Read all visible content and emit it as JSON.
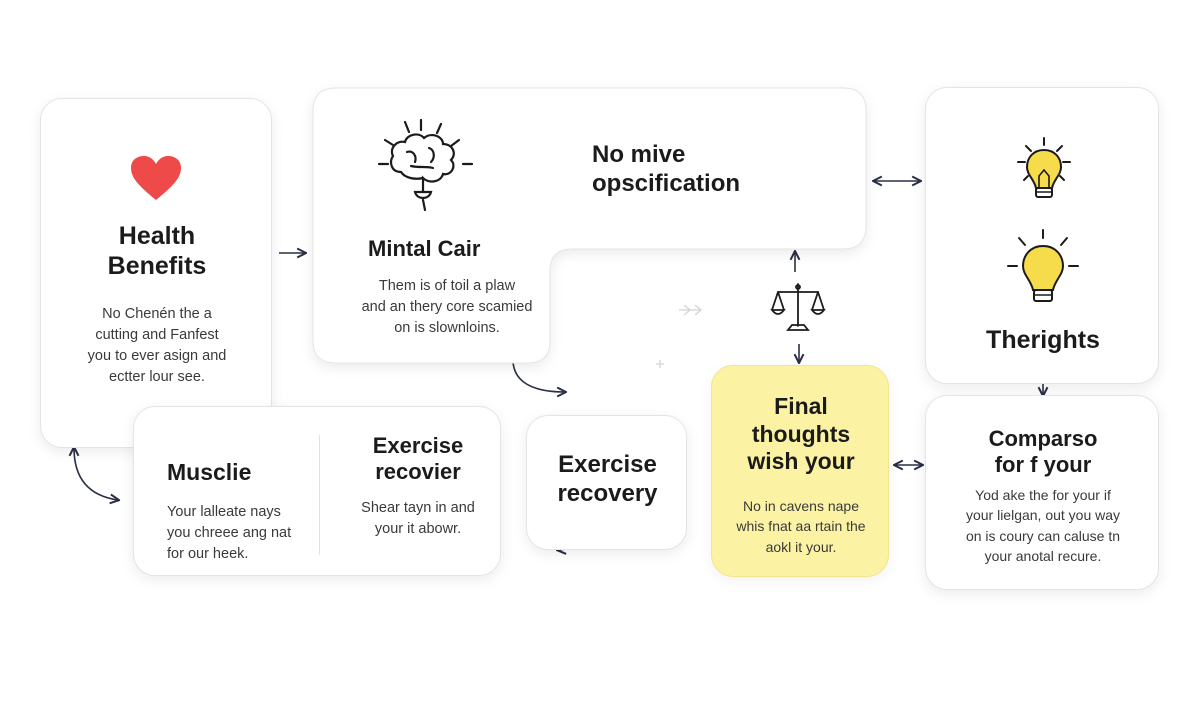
{
  "nodes": {
    "health": {
      "title_1": "Health",
      "title_2": "Benefits",
      "body_lines": [
        "No Chenén the a",
        "cutting and Fanfest",
        "you to ever asign and",
        "ectter lour see."
      ],
      "icon": "heart-icon"
    },
    "mental": {
      "title": "Mintal Cair",
      "body_lines": [
        "Them is of toil a plaw",
        "and an thery core scamied",
        "on is slownloins."
      ],
      "icon": "brain-icon"
    },
    "no_mive": {
      "title_1": "No mive",
      "title_2": "opscification"
    },
    "therights": {
      "title": "Therights",
      "icons": [
        "lightbulb-icon",
        "lightbulb-icon"
      ]
    },
    "muscle": {
      "title": "Musclie",
      "body_lines": [
        "Your lalleate nays",
        "you chreee ang nat",
        "for our heek."
      ]
    },
    "exercise_recovier": {
      "title_1": "Exercise",
      "title_2": "recovier",
      "body_lines": [
        "Shear tayn in and",
        "your it abowr."
      ]
    },
    "exercise_recovery": {
      "title_1": "Exercise",
      "title_2": "recovery"
    },
    "final": {
      "title_1": "Final",
      "title_2": "thoughts",
      "title_3": "wish your",
      "body_lines": [
        "No in cavens nape",
        "whis fnat aa rtain the",
        "aokl it your."
      ]
    },
    "comparso": {
      "title_1": "Comparso",
      "title_2": "for f your",
      "body_lines": [
        "Yod ake the for your if",
        "your lielgan, out you way",
        "on is coury can caluse tn",
        "your anotal recure."
      ]
    },
    "balance": {
      "icon": "balance-scale-icon"
    }
  },
  "colors": {
    "heart": "#ef4a4a",
    "bulb": "#f6dc4a",
    "highlight": "#fbf2a4",
    "arrow": "#2a2f45"
  }
}
